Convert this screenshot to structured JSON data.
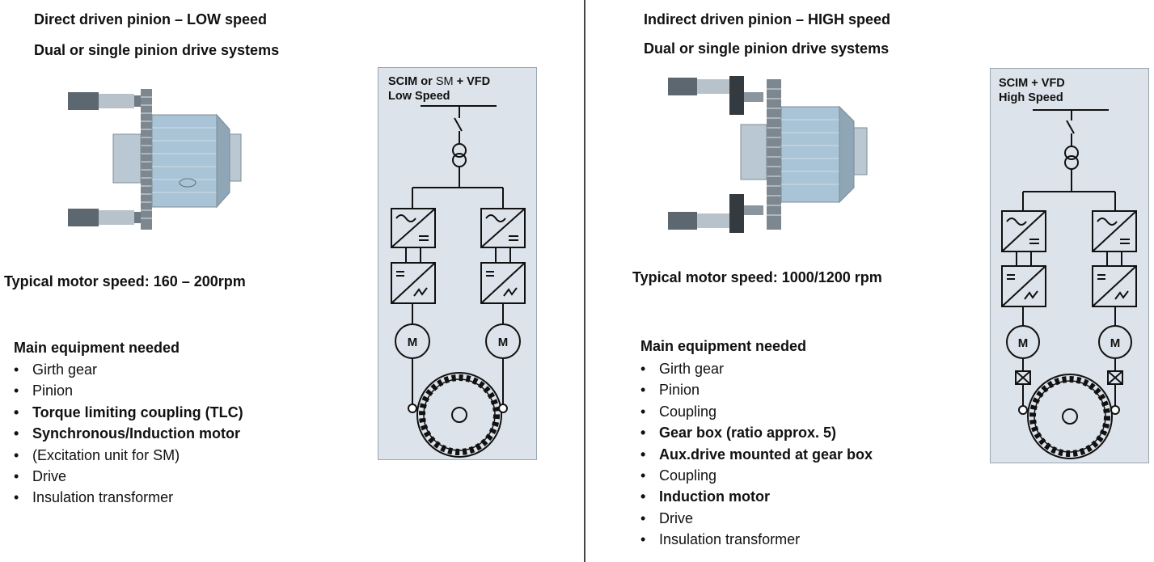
{
  "left": {
    "heading1": "Direct driven pinion – LOW speed",
    "heading2": "Dual or single pinion drive systems",
    "speed": "Typical motor speed: 160 – 200rpm",
    "equipment_title": "Main equipment needed",
    "equipment": [
      {
        "text": "Girth gear",
        "bold": false
      },
      {
        "text": "Pinion",
        "bold": false
      },
      {
        "text": "Torque limiting coupling (TLC)",
        "bold": true
      },
      {
        "text": "Synchronous/Induction motor",
        "bold": true
      },
      {
        "text": "(Excitation unit for SM)",
        "bold": false
      },
      {
        "text": "Drive",
        "bold": false
      },
      {
        "text": "Insulation transformer",
        "bold": false
      }
    ],
    "panel": {
      "line1_a": "SCIM or ",
      "line1_b": "SM",
      "line1_c": " + VFD",
      "line2": "Low Speed",
      "motor_label": "M"
    }
  },
  "right": {
    "heading1": "Indirect driven pinion – HIGH speed",
    "heading2": "Dual or single pinion drive systems",
    "speed": "Typical motor speed: 1000/1200 rpm",
    "equipment_title": "Main equipment needed",
    "equipment": [
      {
        "text": "Girth gear",
        "bold": false
      },
      {
        "text": "Pinion",
        "bold": false
      },
      {
        "text": "Coupling",
        "bold": false
      },
      {
        "text": "Gear box (ratio approx. 5)",
        "bold": true
      },
      {
        "text": "Aux.drive mounted at gear box",
        "bold": true
      },
      {
        "text": "Coupling",
        "bold": false
      },
      {
        "text": "Induction motor",
        "bold": true
      },
      {
        "text": "Drive",
        "bold": false
      },
      {
        "text": "Insulation transformer",
        "bold": false
      }
    ],
    "panel": {
      "line1": "SCIM + VFD",
      "line2": "High Speed",
      "motor_label": "M"
    }
  },
  "colors": {
    "panel_bg": "#dde3ea",
    "panel_border": "#9aa6b2",
    "mill_blue": "#a9c4d6",
    "mill_dark": "#5d6770",
    "ink": "#111111"
  }
}
